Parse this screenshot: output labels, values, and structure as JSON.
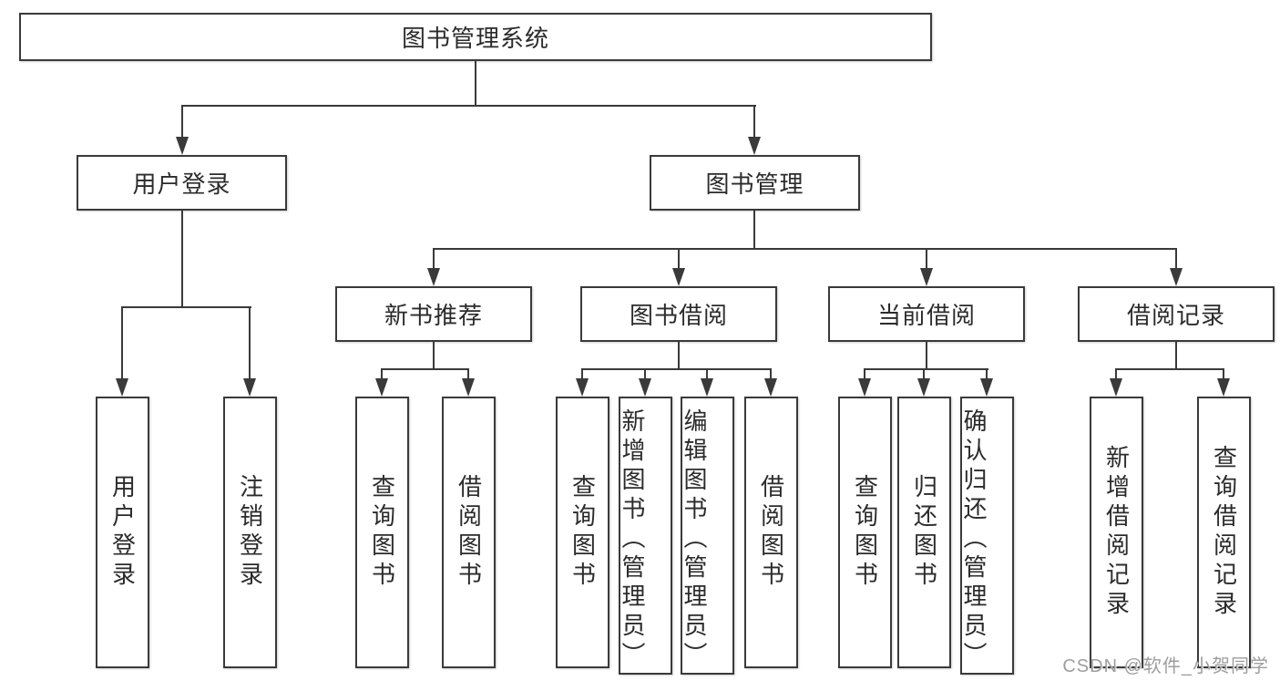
{
  "diagram": {
    "root": {
      "label": "图书管理系统"
    },
    "level1": [
      {
        "id": "user-login",
        "label": "用户登录"
      },
      {
        "id": "book-management",
        "label": "图书管理"
      }
    ],
    "level2": [
      {
        "id": "new-book-recommend",
        "label": "新书推荐",
        "parent": "book-management"
      },
      {
        "id": "book-borrow",
        "label": "图书借阅",
        "parent": "book-management"
      },
      {
        "id": "current-borrow",
        "label": "当前借阅",
        "parent": "book-management"
      },
      {
        "id": "borrow-records",
        "label": "借阅记录",
        "parent": "book-management"
      }
    ],
    "leaves": [
      {
        "label": "用户登录",
        "parent": "user-login"
      },
      {
        "label": "注销登录",
        "parent": "user-login"
      },
      {
        "label": "查询图书",
        "parent": "new-book-recommend"
      },
      {
        "label": "借阅图书",
        "parent": "new-book-recommend"
      },
      {
        "label": "查询图书",
        "parent": "book-borrow"
      },
      {
        "label": "新增图书（管理员）",
        "parent": "book-borrow"
      },
      {
        "label": "编辑图书（管理员）",
        "parent": "book-borrow"
      },
      {
        "label": "借阅图书",
        "parent": "book-borrow"
      },
      {
        "label": "查询图书",
        "parent": "current-borrow"
      },
      {
        "label": "归还图书",
        "parent": "current-borrow"
      },
      {
        "label": "确认归还（管理员）",
        "parent": "current-borrow"
      },
      {
        "label": "新增借阅记录",
        "parent": "borrow-records"
      },
      {
        "label": "查询借阅记录",
        "parent": "borrow-records"
      }
    ]
  },
  "watermark": {
    "text": "CSDN @软件_小贺同学"
  },
  "colors": {
    "line": "#3a3a3a",
    "text": "#2b2b2b",
    "watermark": "#9e9e9e",
    "background": "#ffffff"
  }
}
